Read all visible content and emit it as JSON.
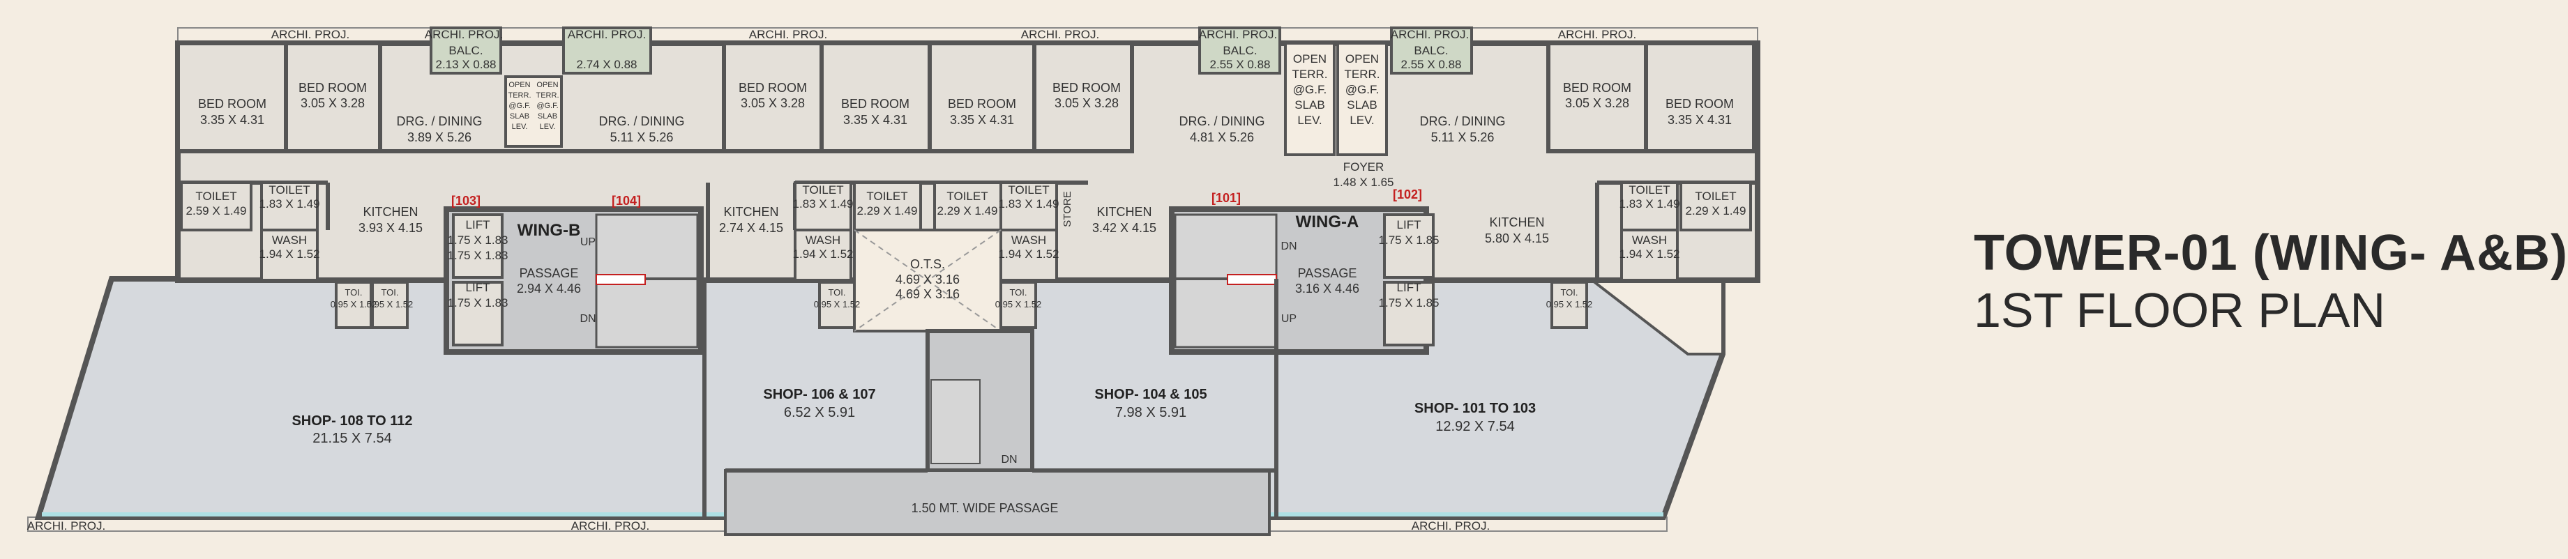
{
  "title": {
    "line1": "TOWER-01 (WING- A&B)",
    "line2": "1ST FLOOR PLAN"
  },
  "colors": {
    "background": "#f4ede2",
    "wall": "#555555",
    "floor": "#e4e0d9",
    "shop_floor": "#d6d9dd",
    "glass": "#aee0e4",
    "balcony": "#cfd8c6",
    "unit_tag": "#c42020"
  },
  "labels": {
    "archi_proj": "ARCHI. PROJ.",
    "bed_room": "BED ROOM",
    "drg_dining": "DRG. / DINING",
    "kitchen": "KITCHEN",
    "toilet": "TOILET",
    "wash": "WASH",
    "balc": "BALC.",
    "lift": "LIFT",
    "passage": "PASSAGE",
    "open_terr": [
      "OPEN",
      "TERR.",
      "@G.F.",
      "SLAB",
      "LEV."
    ],
    "toi": "TOI.",
    "store": "STORE",
    "foyer": "FOYER",
    "ots": "O.T.S.",
    "up": "UP",
    "dn": "DN",
    "wing_a": "WING-A",
    "wing_b": "WING-B",
    "wide_passage": "1.50 MT. WIDE PASSAGE"
  },
  "units": [
    "[103]",
    "[104]",
    "[101]",
    "[102]"
  ],
  "dims": {
    "bed_335x431": "3.35 X 4.31",
    "bed_305x328": "3.05 X 3.28",
    "drg_389x526": "3.89 X 5.26",
    "drg_511x526": "5.11 X 5.26",
    "drg_481x526": "4.81 X 5.26",
    "balc_213x088": "2.13 X 0.88",
    "balc_274x088": "2.74 X 0.88",
    "balc_255x088": "2.55 X 0.88",
    "toilet_259x149": "2.59 X 1.49",
    "toilet_183x149": "1.83 X 1.49",
    "toilet_229x149": "2.29 X 1.49",
    "wash_194x152": "1.94 X 1.52",
    "kitchen_393x415": "3.93 X 4.15",
    "kitchen_274x415": "2.74 X 4.15",
    "kitchen_342x415": "3.42 X 4.15",
    "kitchen_580x415": "5.80 X 4.15",
    "lift_175x183": "1.75 X 1.83",
    "lift_175x185": "1.75 X 1.85",
    "passage_294x446": "2.94 X 4.46",
    "passage_316x446": "3.16 X 4.46",
    "ots_469x316": "4.69 X 3.16",
    "toi_095x152": "0.95 X 1.52",
    "foyer_148x165": "1.48 X 1.65"
  },
  "shops": [
    {
      "name": "SHOP- 108 TO 112",
      "dim": "21.15 X 7.54"
    },
    {
      "name": "SHOP- 106 & 107",
      "dim": "6.52 X 5.91"
    },
    {
      "name": "SHOP- 104 & 105",
      "dim": "7.98 X 5.91"
    },
    {
      "name": "SHOP- 101 TO 103",
      "dim": "12.92 X 7.54"
    }
  ]
}
